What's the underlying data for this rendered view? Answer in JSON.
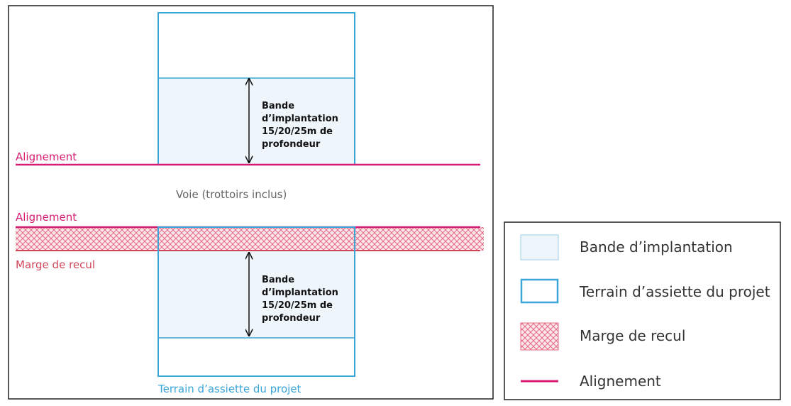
{
  "diagram": {
    "top_bande_lines": [
      "Bande",
      "d’implantation",
      "15/20/25m de",
      "profondeur"
    ],
    "bottom_bande_lines": [
      "Bande",
      "d’implantation",
      "15/20/25m de",
      "profondeur"
    ],
    "alignement_top": "Alignement",
    "voie": "Voie (trottoirs inclus)",
    "alignement_bottom": "Alignement",
    "marge_de_recul": "Marge de recul",
    "terrain": "Terrain d’assiette du projet"
  },
  "legend": {
    "items": [
      {
        "label": "Bande d’implantation",
        "icon": "bande-swatch"
      },
      {
        "label": "Terrain d’assiette du projet",
        "icon": "terrain-swatch"
      },
      {
        "label": "Marge de recul",
        "icon": "hatch-swatch"
      },
      {
        "label": "Alignement",
        "icon": "line-swatch"
      }
    ]
  },
  "colors": {
    "terrain_blue": "#3ba5d8",
    "bande_fill": "#eef6fc",
    "alignement_pink": "#d81b72",
    "marge_red": "#d0455a",
    "voie_gray": "#666666"
  }
}
